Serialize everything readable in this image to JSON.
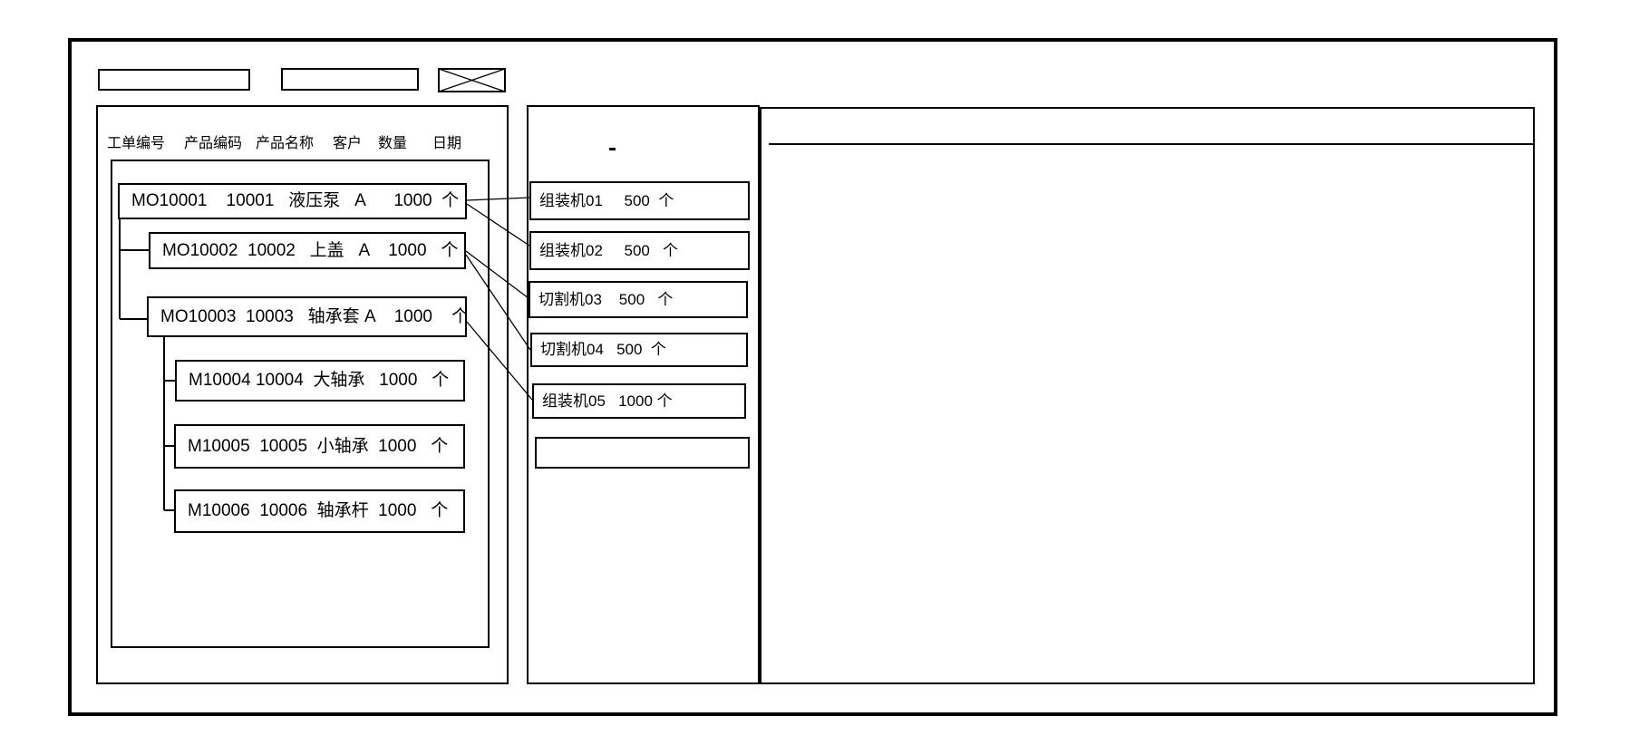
{
  "window": {
    "background": "#ffffff",
    "line_color": "#000000"
  },
  "toolbar": {
    "field1": {
      "value": ""
    },
    "field2": {
      "value": ""
    },
    "image_placeholder": "crossed-box"
  },
  "work_order_panel": {
    "headers": [
      "工单编号",
      "产品编码",
      "产品名称",
      "客户",
      "数量",
      "日期"
    ],
    "orders": [
      {
        "order_no": "MO10001",
        "product_code": "10001",
        "product_name": "液压泵",
        "customer": "A",
        "quantity": "1000",
        "unit": "个",
        "level": 0,
        "display": "MO10001    10001   液压泵   A      1000  个"
      },
      {
        "order_no": "MO10002",
        "product_code": "10002",
        "product_name": "上盖",
        "customer": "A",
        "quantity": "1000",
        "unit": "个",
        "level": 1,
        "display": "MO10002  10002   上盖   A    1000   个"
      },
      {
        "order_no": "MO10003",
        "product_code": "10003",
        "product_name": "轴承套",
        "customer": "A",
        "quantity": "1000",
        "unit": "个",
        "level": 1,
        "display": "MO10003  10003   轴承套 A    1000    个"
      },
      {
        "order_no": "M10004",
        "product_code": "10004",
        "product_name": "大轴承",
        "customer": "",
        "quantity": "1000",
        "unit": "个",
        "level": 2,
        "display": "M10004 10004  大轴承   1000   个"
      },
      {
        "order_no": "M10005",
        "product_code": "10005",
        "product_name": "小轴承",
        "customer": "",
        "quantity": "1000",
        "unit": "个",
        "level": 2,
        "display": "M10005  10005  小轴承  1000   个"
      },
      {
        "order_no": "M10006",
        "product_code": "10006",
        "product_name": "轴承杆",
        "customer": "",
        "quantity": "1000",
        "unit": "个",
        "level": 2,
        "display": "M10006  10006  轴承杆  1000   个"
      }
    ]
  },
  "machine_panel": {
    "stray_mark": "-",
    "machines": [
      {
        "name": "组装机01",
        "quantity": "500",
        "unit": "个",
        "display": "组装机01     500  个"
      },
      {
        "name": "组装机02",
        "quantity": "500",
        "unit": "个",
        "display": "组装机02     500   个"
      },
      {
        "name": "切割机03",
        "quantity": "500",
        "unit": "个",
        "display": "切割机03    500   个"
      },
      {
        "name": "切割机04",
        "quantity": "500",
        "unit": "个",
        "display": "切割机04   500  个"
      },
      {
        "name": "组装机05",
        "quantity": "1000",
        "unit": "个",
        "display": "组装机05   1000 个"
      },
      {
        "name": "",
        "quantity": "",
        "unit": "",
        "display": ""
      }
    ]
  },
  "detail_panel": {
    "content": ""
  },
  "links": [
    {
      "from": "MO10001",
      "to": "组装机01"
    },
    {
      "from": "MO10001",
      "to": "组装机02"
    },
    {
      "from": "MO10002",
      "to": "切割机03"
    },
    {
      "from": "MO10002",
      "to": "切割机04"
    },
    {
      "from": "MO10003",
      "to": "组装机05"
    }
  ]
}
